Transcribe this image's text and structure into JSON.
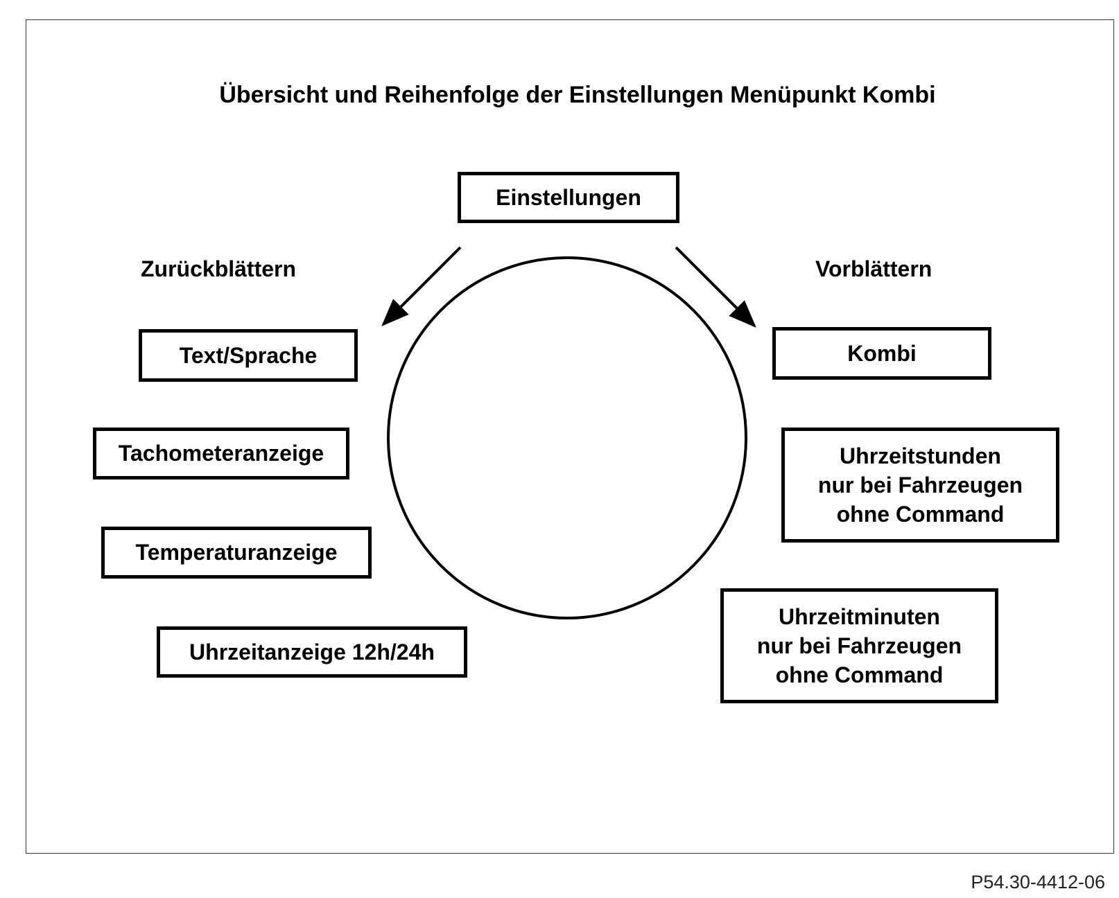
{
  "title": "Übersicht und Reihenfolge der Einstellungen Menüpunkt Kombi",
  "top_box": "Einstellungen",
  "direction_left": "Zurückblättern",
  "direction_right": "Vorblättern",
  "left_items": [
    "Text/Sprache",
    "Tachometeranzeige",
    "Temperaturanzeige",
    "Uhrzeitanzeige 12h/24h"
  ],
  "right_items": [
    {
      "lines": [
        "Kombi"
      ]
    },
    {
      "lines": [
        "Uhrzeitstunden",
        "nur bei Fahrzeugen",
        "ohne Command"
      ]
    },
    {
      "lines": [
        "Uhrzeitminuten",
        "nur bei Fahrzeugen",
        "ohne Command"
      ]
    }
  ],
  "figure_id": "P54.30-4412-06",
  "colors": {
    "stroke": "#000000",
    "background": "#ffffff"
  }
}
